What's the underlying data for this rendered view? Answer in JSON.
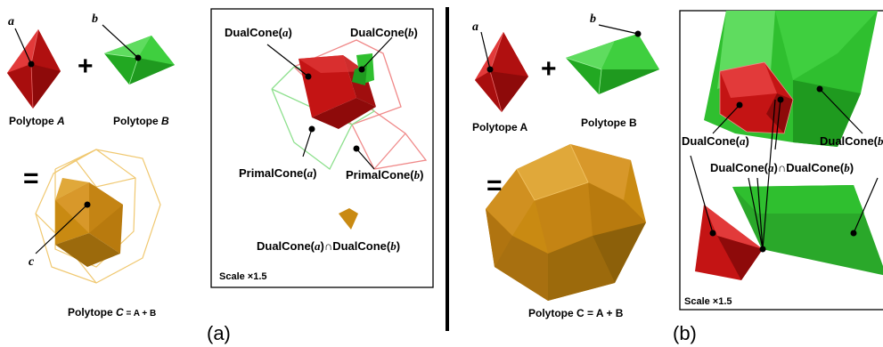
{
  "panel_a": {
    "label_a": "a",
    "label_b": "b",
    "plus": "+",
    "equals": "=",
    "label_c": "c",
    "polytope_a_prefix": "Polytope ",
    "polytope_a_var": "A",
    "polytope_b_prefix": "Polytope ",
    "polytope_b_var": "B",
    "polytope_c_prefix": "Polytope ",
    "polytope_c_var": "C",
    "polytope_c_eq": " = A + B",
    "caption": "(a)",
    "inset": {
      "dualcone_a_name": "DualCone(",
      "dualcone_a_var": "a",
      "dualcone_a_close": ")",
      "dualcone_b_name": "DualCone(",
      "dualcone_b_var": "b",
      "dualcone_b_close": ")",
      "primalcone_a_name": "PrimalCone(",
      "primalcone_a_var": "a",
      "primalcone_a_close": ")",
      "primalcone_b_name": "PrimalCone(",
      "primalcone_b_var": "b",
      "primalcone_b_close": ")",
      "intersection_p1": "DualCone(",
      "intersection_v1": "a",
      "intersection_p2": ")∩DualCone(",
      "intersection_v2": "b",
      "intersection_p3": ")",
      "scale": "Scale ×1.5"
    }
  },
  "panel_b": {
    "label_a": "a",
    "label_b": "b",
    "plus": "+",
    "equals": "=",
    "polytope_a": "Polytope A",
    "polytope_b": "Polytope B",
    "polytope_c": "Polytope C = A + B",
    "caption": "(b)",
    "inset": {
      "dualcone_a_name": "DualCone(",
      "dualcone_a_var": "a",
      "dualcone_a_close": ")",
      "dualcone_b_name": "DualCone(",
      "dualcone_b_var": "b",
      "intersection_p1": "DualCone(",
      "intersection_v1": "a",
      "intersection_p2": ")∩DualCone(",
      "intersection_v2": "b",
      "intersection_p3": ")",
      "scale": "Scale ×1.5"
    }
  },
  "colors": {
    "red": "#c41414",
    "red_dark": "#8e0a0a",
    "red_light": "#e23a3a",
    "green": "#2fbf2f",
    "green_dark": "#1f9a1f",
    "green_light": "#5fdc5f",
    "orange": "#c98a12",
    "orange_dark": "#9c6a0c",
    "orange_light": "#e0a83a",
    "wire_orange": "#f0c870",
    "wire_red": "#f08a8a",
    "wire_green": "#8ee08e"
  }
}
